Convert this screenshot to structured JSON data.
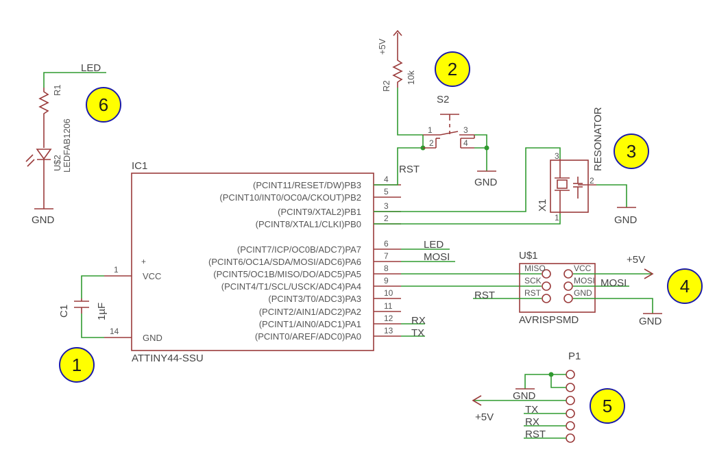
{
  "colors": {
    "part": "#9a3a3a",
    "wire": "#2f9a2f",
    "text": "#555555",
    "badge_fill": "#ffff00",
    "badge_stroke": "#1a1aaa"
  },
  "ic1": {
    "name": "IC1",
    "value": "ATTINY44-SSU",
    "pins_right": [
      {
        "label": "(PCINT11/RESET/DW)PB3",
        "num": "4"
      },
      {
        "label": "(PCINT10/INT0/OC0A/CKOUT)PB2",
        "num": "5"
      },
      {
        "label": "(PCINT9/XTAL2)PB1",
        "num": "3"
      },
      {
        "label": "(PCINT8/XTAL1/CLKI)PB0",
        "num": "2"
      },
      {
        "label": "(PCINT7/ICP/OC0B/ADC7)PA7",
        "num": "6"
      },
      {
        "label": "(PCINT6/OC1A/SDA/MOSI/ADC6)PA6",
        "num": "7"
      },
      {
        "label": "(PCINT5/OC1B/MISO/DO/ADC5)PA5",
        "num": "8"
      },
      {
        "label": "(PCINT4/T1/SCL/USCK/ADC4)PA4",
        "num": "9"
      },
      {
        "label": "(PCINT3/T0/ADC3)PA3",
        "num": "10"
      },
      {
        "label": "(PCINT2/AIN1/ADC2)PA2",
        "num": "11"
      },
      {
        "label": "(PCINT1/AIN0/ADC1)PA1",
        "num": "12"
      },
      {
        "label": "(PCINT0/AREF/ADC0)PA0",
        "num": "13"
      }
    ],
    "pins_left": [
      {
        "label": "VCC",
        "num": "1"
      },
      {
        "label": "GND",
        "num": "14"
      }
    ],
    "plus_mark": "+"
  },
  "c1": {
    "name": "C1",
    "value": "1µF"
  },
  "r1": {
    "name": "R1"
  },
  "r2": {
    "name": "R2",
    "value": "10k"
  },
  "led": {
    "name": "U$2",
    "value": "LEDFAB1206"
  },
  "s2": {
    "name": "S2",
    "pins": [
      "1",
      "2",
      "3",
      "4"
    ]
  },
  "x1": {
    "name": "X1",
    "value": "RESONATOR",
    "pins": [
      "3",
      "2",
      "1"
    ]
  },
  "isp": {
    "name": "U$1",
    "value": "AVRISPSMD",
    "pins": [
      "MISO",
      "VCC",
      "SCK",
      "MOSI",
      "RST",
      "GND"
    ]
  },
  "p1": {
    "name": "P1"
  },
  "nets": {
    "led": "LED",
    "gnd": "GND",
    "vcc": "+5V",
    "rst": "RST",
    "mosi": "MOSI",
    "rx": "RX",
    "tx": "TX"
  },
  "badges": [
    "1",
    "2",
    "3",
    "4",
    "5",
    "6"
  ]
}
